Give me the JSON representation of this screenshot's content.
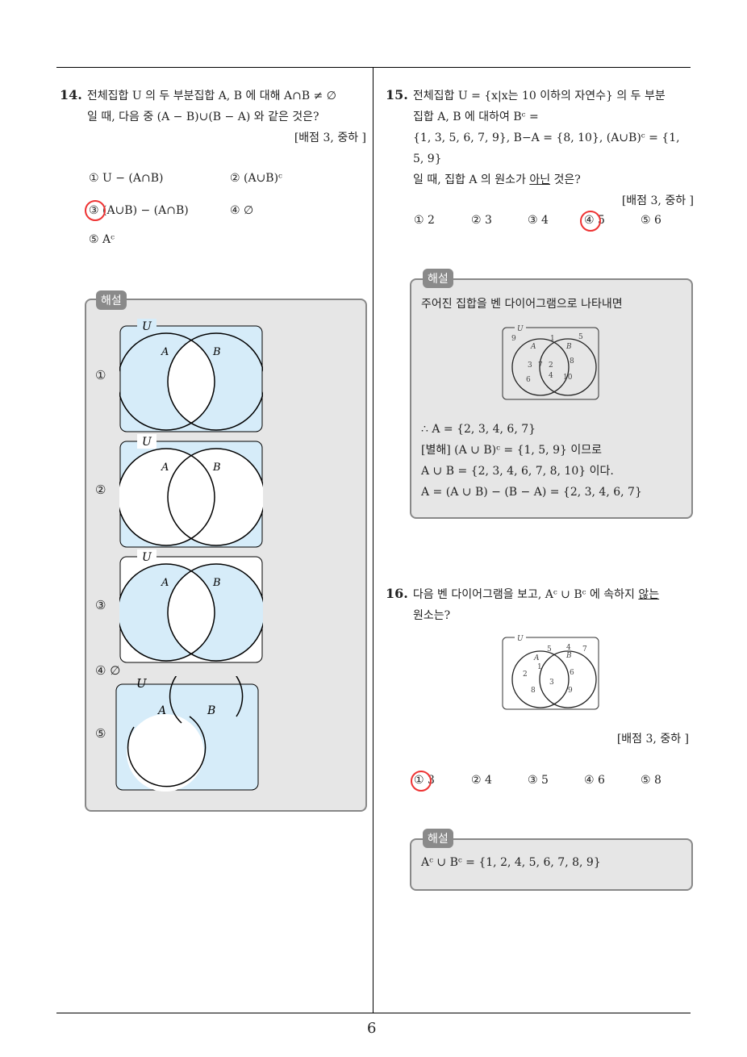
{
  "page_number": "6",
  "q14": {
    "num": "14.",
    "line1": "전체집합 U 의 두 부분집합 A, B 에 대해 A∩B ≠ ∅",
    "line2": "일 때, 다음 중 (A − B)∪(B − A) 와 같은 것은?",
    "score": "[배점 3, 중하 ]",
    "options": [
      "① U − (A∩B)",
      "② (A∪B)ᶜ",
      "③ (A∪B) − (A∩B)",
      "④ ∅",
      "⑤ Aᶜ"
    ],
    "answer_marker": "③",
    "solution_tag": "해설",
    "diagram_labels": [
      "①",
      "②",
      "③",
      "④ ∅",
      "⑤"
    ],
    "venn": {
      "U": "U",
      "A": "A",
      "B": "B"
    }
  },
  "q15": {
    "num": "15.",
    "line1": "전체집합 U = {x|x는 10 이하의 자연수} 의 두 부분",
    "line2": "집합 A, B 에 대하여 Bᶜ =",
    "line3": "{1, 3, 5, 6, 7, 9}, B−A = {8, 10}, (A∪B)ᶜ = {1, 5, 9}",
    "line4_pre": "일 때, 집합 A 의 원소가 ",
    "line4_ul": "아닌",
    "line4_post": " 것은?",
    "score": "[배점 3, 중하 ]",
    "options": [
      "① 2",
      "② 3",
      "③ 4",
      "④ 5",
      "⑤ 6"
    ],
    "solution_tag": "해설",
    "solution_intro": "주어진 집합을 벤 다이어그램으로 나타내면",
    "venn": {
      "U": "U",
      "A": "A",
      "B": "B",
      "outside": [
        "9",
        "1",
        "5"
      ],
      "a_only": [
        "3",
        "7",
        "6"
      ],
      "both": [
        "2",
        "4"
      ],
      "b_only": [
        "8",
        "10"
      ]
    },
    "solution_lines": [
      "∴  A = {2, 3, 4, 6, 7}",
      "[별해] (A ∪ B)ᶜ = {1, 5, 9} 이므로",
      "A ∪ B = {2, 3, 4, 6, 7, 8, 10} 이다.",
      "A = (A ∪ B) − (B − A) = {2, 3, 4, 6, 7}"
    ]
  },
  "q16": {
    "num": "16.",
    "line1_pre": "다음 벤 다이어그램을 보고, Aᶜ ∪ Bᶜ 에 속하지 ",
    "line1_ul": "않는",
    "line2": "원소는?",
    "venn": {
      "U": "U",
      "A": "A",
      "B": "B",
      "outside": [
        "5",
        "4",
        "7"
      ],
      "a_only": [
        "1",
        "2",
        "8"
      ],
      "both": [
        "3"
      ],
      "b_only": [
        "6",
        "9"
      ]
    },
    "score": "[배점 3, 중하 ]",
    "options": [
      "① 3",
      "② 4",
      "③ 5",
      "④ 6",
      "⑤ 8"
    ],
    "solution_tag": "해설",
    "solution": "Aᶜ ∪ Bᶜ = {1, 2, 4, 5, 6, 7, 8, 9}"
  },
  "colors": {
    "shade": "#d6ecf9",
    "answer_circle": "#e33333",
    "box_bg": "#e6e6e6"
  }
}
